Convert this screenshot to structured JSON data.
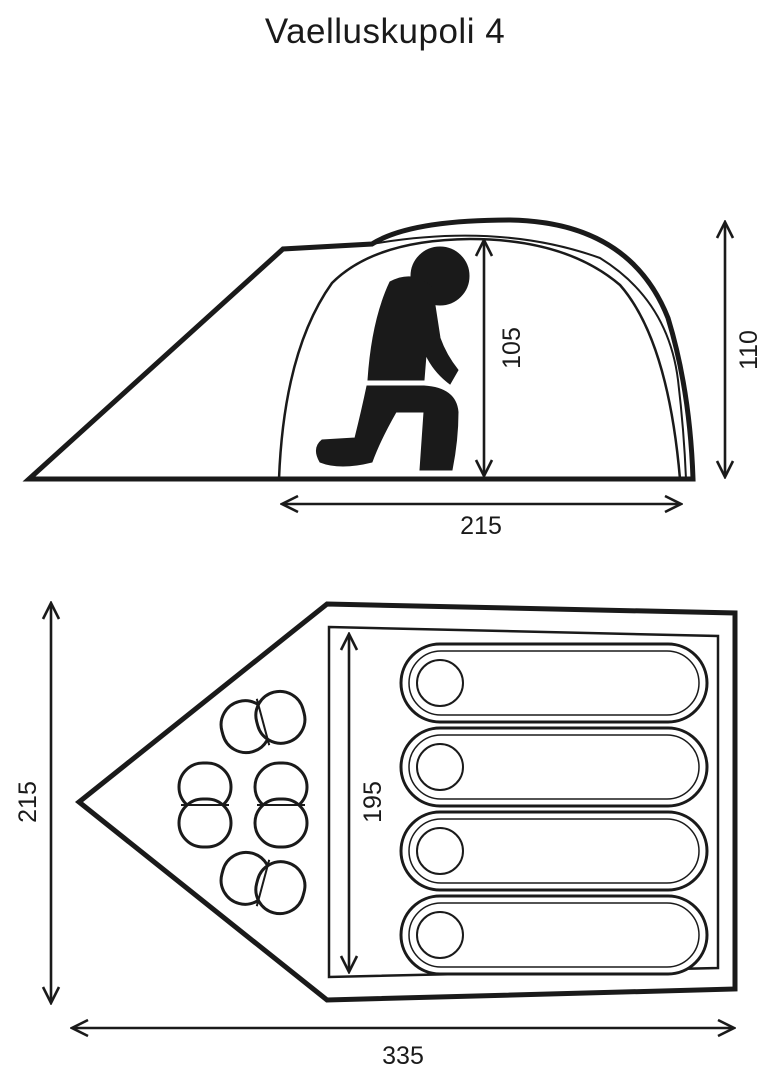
{
  "title": "Vaelluskupoli 4",
  "side_view": {
    "interior_height": "105",
    "total_height": "110",
    "inner_length": "215"
  },
  "top_view": {
    "total_width": "215",
    "inner_width": "195",
    "total_length": "335"
  },
  "colors": {
    "ink": "#1a1a1a",
    "background": "#ffffff"
  }
}
